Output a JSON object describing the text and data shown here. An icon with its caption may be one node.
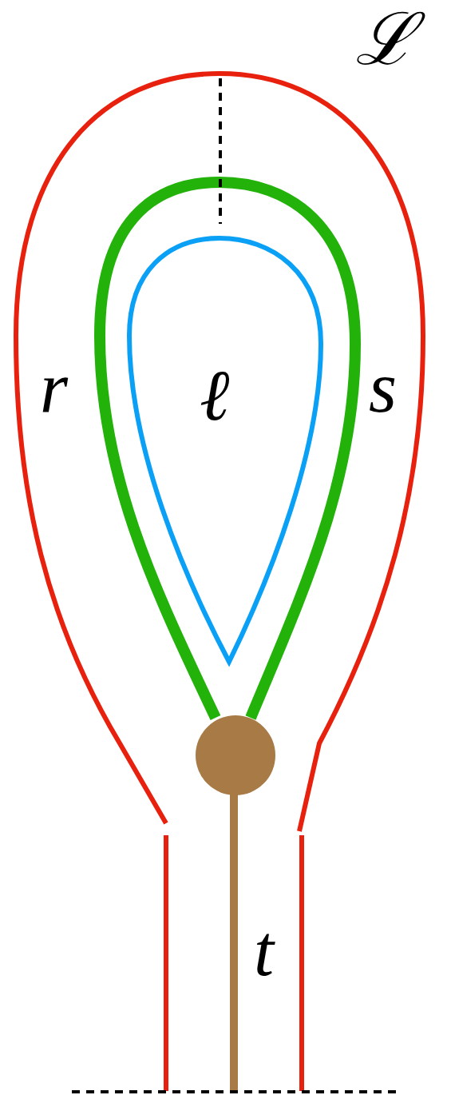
{
  "diagram": {
    "labels": [
      "ℒ",
      "r",
      "ℓ",
      "s",
      "t"
    ]
  }
}
